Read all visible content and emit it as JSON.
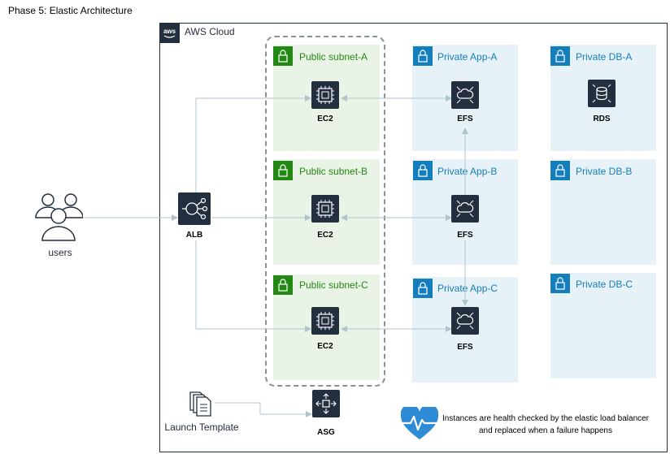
{
  "title": "Phase 5: Elastic Architecture",
  "cloud": {
    "label": "AWS Cloud",
    "badge": "aws"
  },
  "public_subnets": [
    "Public subnet-A",
    "Public subnet-B",
    "Public subnet-C"
  ],
  "private_app": [
    "Private App-A",
    "Private App-B",
    "Private App-C"
  ],
  "private_db": [
    "Private DB-A",
    "Private DB-B",
    "Private DB-C"
  ],
  "resources": {
    "ec2": "EC2",
    "efs": "EFS",
    "rds": "RDS",
    "alb": "ALB",
    "asg": "ASG",
    "users": "users",
    "launch_template": "Launch Template"
  },
  "note": {
    "line1": "Instances are health checked by the elastic load balancer",
    "line2": "and replaced when a failure happens"
  },
  "colors": {
    "public_fill": "#e9f3e6",
    "public_accent": "#248814",
    "private_fill": "#e6f2f8",
    "private_accent": "#147eba",
    "resource_fill": "#232f3e",
    "connector": "#b0c4cc",
    "heart": "#2e8bd6"
  },
  "icons": [
    "aws-logo-icon",
    "lock-icon",
    "ec2-instance-icon",
    "efs-icon",
    "rds-icon",
    "alb-icon",
    "asg-icon",
    "users-icon",
    "documents-icon",
    "health-heart-icon"
  ]
}
